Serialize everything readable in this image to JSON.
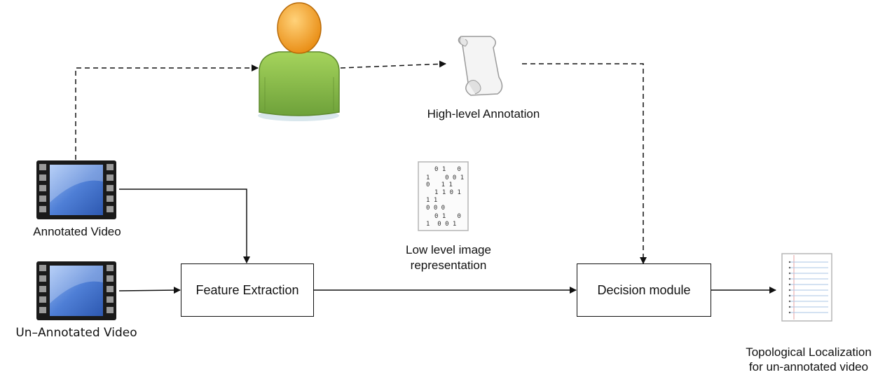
{
  "nodes": {
    "annotated_video": "Annotated Video",
    "unannotated_video": "Un–Annotated Video",
    "feature_extraction": "Feature Extraction",
    "decision_module": "Decision module",
    "high_level_annotation": "High-level Annotation",
    "low_level_line1": "Low level image",
    "low_level_line2": "representation",
    "topo_line1": "Topological Localization",
    "topo_line2": "for un-annotated video"
  },
  "icons": {
    "video": "film-strip-icon",
    "person": "user-icon",
    "scroll": "scroll-icon",
    "binary": "binary-document-icon",
    "document": "lined-document-icon"
  },
  "colors": {
    "film_frame": "#1a1a1a",
    "film_screen": "#4f7fd6",
    "person_body": "#8fc34a",
    "person_head": "#f5a623",
    "line": "#111111"
  }
}
